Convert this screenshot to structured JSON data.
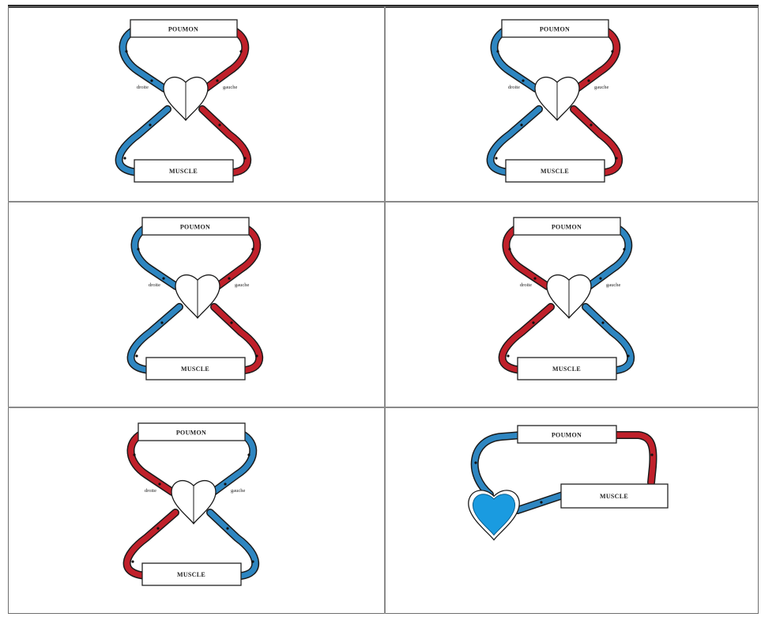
{
  "labels": {
    "lung": "POUMON",
    "muscle": "MUSCLE",
    "right": "droite",
    "left": "gauche"
  },
  "colors": {
    "red": "#c0202a",
    "blue": "#2e86c1",
    "heart_fill": "#ffffff",
    "heart_blue": "#1a9be0",
    "outline": "#1a1a1a",
    "grid": "#8a8a8a"
  },
  "panels": [
    {
      "id": "panel-1",
      "upper_left": "blue",
      "upper_right": "red",
      "lower_left": "blue",
      "lower_right": "red",
      "show_sides": true,
      "kind": "figure8"
    },
    {
      "id": "panel-2",
      "upper_left": "blue",
      "upper_right": "red",
      "lower_left": "blue",
      "lower_right": "red",
      "show_sides": true,
      "kind": "figure8"
    },
    {
      "id": "panel-3",
      "upper_left": "blue",
      "upper_right": "red",
      "lower_left": "blue",
      "lower_right": "red",
      "show_sides": true,
      "kind": "figure8"
    },
    {
      "id": "panel-4",
      "upper_left": "red",
      "upper_right": "blue",
      "lower_left": "red",
      "lower_right": "blue",
      "show_sides": true,
      "kind": "figure8"
    },
    {
      "id": "panel-5",
      "upper_left": "red",
      "upper_right": "blue",
      "lower_left": "red",
      "lower_right": "blue",
      "show_sides": true,
      "kind": "figure8"
    },
    {
      "id": "panel-6",
      "kind": "single-loop",
      "heart": "blue"
    }
  ]
}
